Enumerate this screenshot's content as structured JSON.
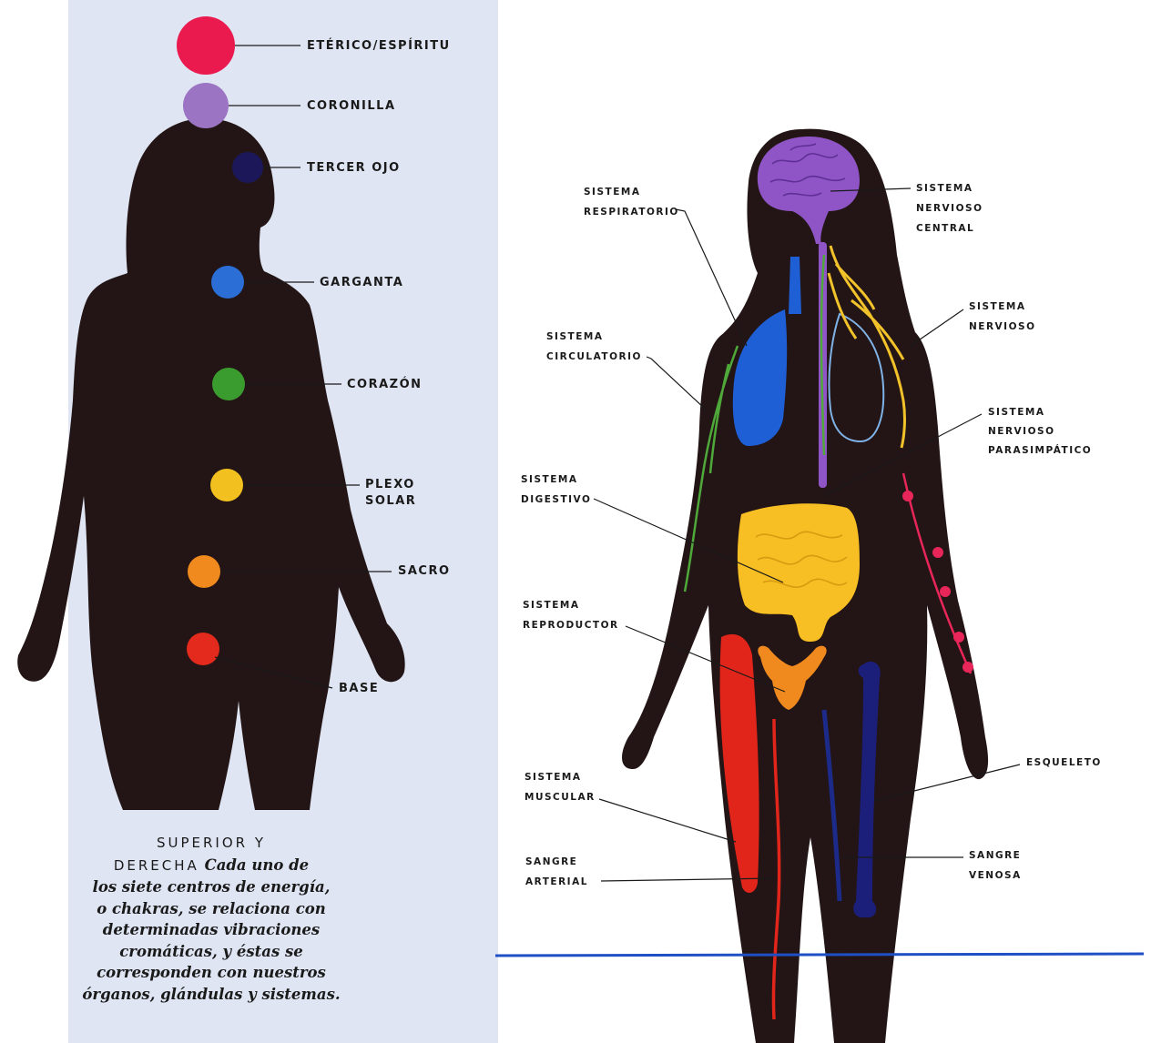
{
  "chakra_figure": {
    "labels": {
      "eterico": "ETÉRICO/ESPÍRITU",
      "coronilla": "CORONILLA",
      "tercer_ojo": "TERCER OJO",
      "garganta": "GARGANTA",
      "corazon": "CORAZÓN",
      "plexo_1": "PLEXO",
      "plexo_2": "SOLAR",
      "sacro": "SACRO",
      "base": "BASE"
    },
    "colors": {
      "eterico": "#ea1a4f",
      "coronilla": "#9c74c4",
      "tercer_ojo": "#1c1758",
      "garganta": "#2a6ed6",
      "corazon": "#3a9b2f",
      "plexo": "#f2c11f",
      "sacro": "#f08a1e",
      "base": "#e32a1c"
    }
  },
  "caption": {
    "head_line_1": "SUPERIOR Y",
    "head_line_2": "DERECHA",
    "text_1": "Cada uno de",
    "text_2": "los siete centros de energía,",
    "text_3": "o chakras, se relaciona con",
    "text_4": "determinadas vibraciones",
    "text_5": "cromáticas, y éstas se",
    "text_6": "corresponden con nuestros",
    "text_7": "órganos, glándulas y sistemas."
  },
  "systems_figure": {
    "labels": {
      "respiratorio_1": "SISTEMA",
      "respiratorio_2": "RESPIRATORIO",
      "nervioso_central_1": "SISTEMA",
      "nervioso_central_2": "NERVIOSO",
      "nervioso_central_3": "CENTRAL",
      "nervioso_1": "SISTEMA",
      "nervioso_2": "NERVIOSO",
      "circulatorio_1": "SISTEMA",
      "circulatorio_2": "CIRCULATORIO",
      "parasimpatico_1": "SISTEMA",
      "parasimpatico_2": "NERVIOSO",
      "parasimpatico_3": "PARASIMPÁTICO",
      "digestivo_1": "SISTEMA",
      "digestivo_2": "DIGESTIVO",
      "reproductor_1": "SISTEMA",
      "reproductor_2": "REPRODUCTOR",
      "esqueleto": "ESQUELETO",
      "muscular_1": "SISTEMA",
      "muscular_2": "MUSCULAR",
      "arterial_1": "SANGRE",
      "arterial_2": "ARTERIAL",
      "venosa_1": "SANGRE",
      "venosa_2": "VENOSA"
    },
    "colors": {
      "brain": "#8f55c6",
      "lungs": "#1f5fd6",
      "nerves": "#f2c22a",
      "circulatory": "#4fa83a",
      "digestive": "#f7bf23",
      "reproductive": "#f08a1e",
      "muscle": "#e2251b",
      "bone": "#1c1f7a",
      "venous": "#1c2a8a",
      "parasympathetic": "#e8265a",
      "rule": "#1f4fc4"
    }
  }
}
